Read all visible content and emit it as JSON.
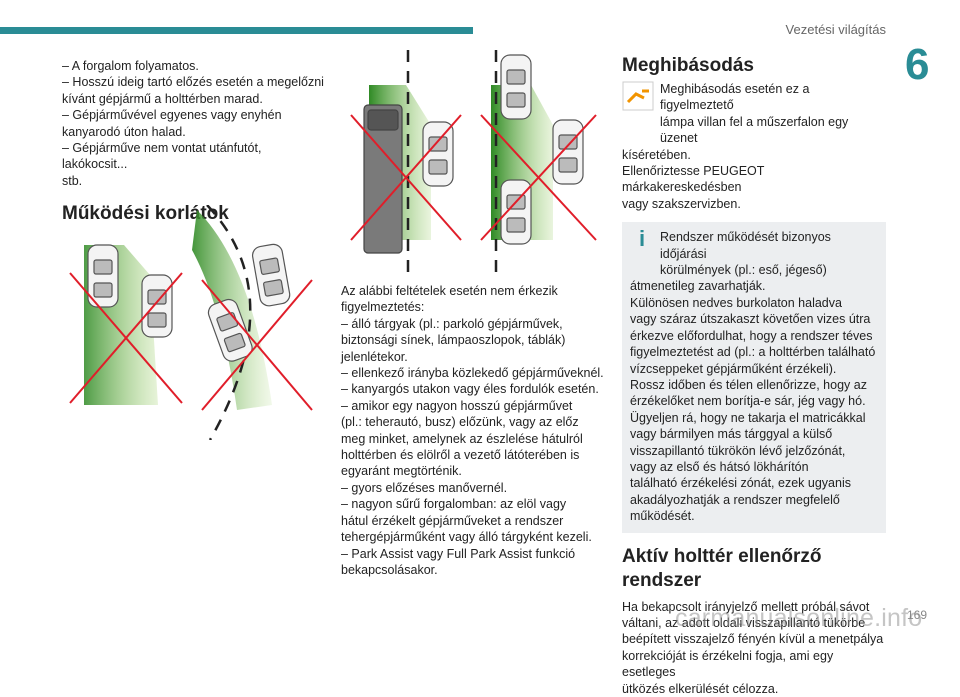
{
  "header": {
    "section_title": "Vezetési világítás",
    "chapter": "6",
    "page_number": "169"
  },
  "watermark": "carmanualsonline.info",
  "col1": {
    "lines": [
      "– A forgalom folyamatos.",
      "– Hosszú ideig tartó előzés esetén a megelőzni",
      "kívánt gépjármű a holttérben marad.",
      "– Gépjárművével egyenes vagy enyhén",
      "kanyarodó úton halad.",
      "– Gépjárműve nem vontat utánfutót, lakókocsit...",
      "stb."
    ],
    "heading": "Működési korlátok"
  },
  "col2": {
    "lines": [
      "Az alábbi feltételek esetén nem érkezik",
      "figyelmeztetés:",
      "– álló tárgyak (pl.: parkoló gépjárművek,",
      "biztonsági sínek, lámpaoszlopok, táblák)",
      "jelenlétekor.",
      "– ellenkező irányba közlekedő gépjárműveknél.",
      "– kanyargós utakon vagy éles fordulók esetén.",
      "– amikor egy nagyon hosszú gépjárművet",
      "(pl.: teherautó, busz) előzünk, vagy az előz",
      "meg minket, amelynek az észlelése hátulról",
      "holttérben és elölről a vezető látóterében is",
      "egyaránt megtörténik.",
      "– gyors előzéses manővernél.",
      "– nagyon sűrű forgalomban: az elöl vagy",
      "hátul érzékelt gépjárműveket a rendszer",
      "tehergépjárműként vagy álló tárgyként kezeli.",
      "– Park Assist vagy Full Park Assist funkció",
      "bekapcsolásakor."
    ]
  },
  "col3": {
    "heading1": "Meghibásodás",
    "warn_lines": [
      "Meghibásodás esetén ez a figyelmeztető",
      "lámpa villan fel a műszerfalon egy üzenet"
    ],
    "after_warn_lines": [
      "kíséretében.",
      "Ellenőriztesse PEUGEOT márkakereskedésben",
      "vagy szakszervizben."
    ],
    "info_head_lines": [
      "Rendszer működését bizonyos időjárási",
      "körülmények (pl.: eső, jégeső)"
    ],
    "info_lines": [
      "átmenetileg zavarhatják.",
      "Különösen nedves burkolaton haladva",
      "vagy száraz útszakaszt követően vizes útra",
      "érkezve előfordulhat, hogy a rendszer téves",
      "figyelmeztetést ad (pl.: a holttérben található",
      "vízcseppeket gépjárműként érzékeli).",
      "Rossz időben és télen ellenőrizze, hogy az",
      "érzékelőket nem borítja-e sár, jég vagy hó.",
      "Ügyeljen rá, hogy ne takarja el matricákkal",
      "vagy bármilyen más tárggyal a külső",
      "visszapillantó tükrökön lévő jelzőzónát,",
      "vagy az első és hátsó lökhárítón",
      "található érzékelési zónát, ezek ugyanis",
      "akadályozhatják a rendszer megfelelő",
      "működését."
    ],
    "heading2_lines": [
      "Aktív holttér ellenőrző",
      "rendszer"
    ],
    "final_lines": [
      "Ha bekapcsolt irányjelző mellett próbál sávot",
      "váltani, az adott oldali visszapillantó tükörbe",
      "beépített visszajelző fényén kívül a menetpálya",
      "korrekcióját is érzékelni fogja, ami egy esetleges",
      "ütközés elkerülését célozza."
    ]
  },
  "colors": {
    "accent": "#2a8c95",
    "green": "#3d9a2e",
    "red": "#e01e2a",
    "warning_orange": "#f29400"
  },
  "icons": [
    "warning-lamp-icon",
    "info-icon"
  ]
}
